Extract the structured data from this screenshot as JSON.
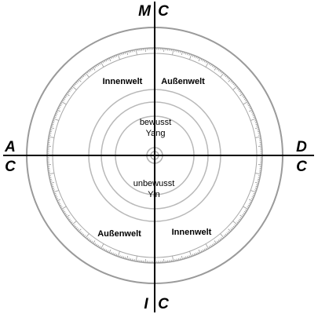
{
  "axes": {
    "top_left": "M",
    "top_right": "C",
    "left_top": "A",
    "left_bottom": "C",
    "right_top": "D",
    "right_bottom": "C",
    "bottom_left": "I",
    "bottom_right": "C"
  },
  "quadrants": {
    "upper_left": "Innenwelt",
    "upper_right": "Außenwelt",
    "lower_left": "Außenwelt",
    "lower_right": "Innenwelt"
  },
  "center": {
    "upper_line1": "bewusst",
    "upper_line2": "Yang",
    "lower_line1": "unbewusst",
    "lower_line2": "Yin"
  },
  "colors": {
    "lines": "#000000",
    "circles": "#9a9a9a",
    "inner_circles": "#b8b8b8",
    "background": "#ffffff"
  }
}
